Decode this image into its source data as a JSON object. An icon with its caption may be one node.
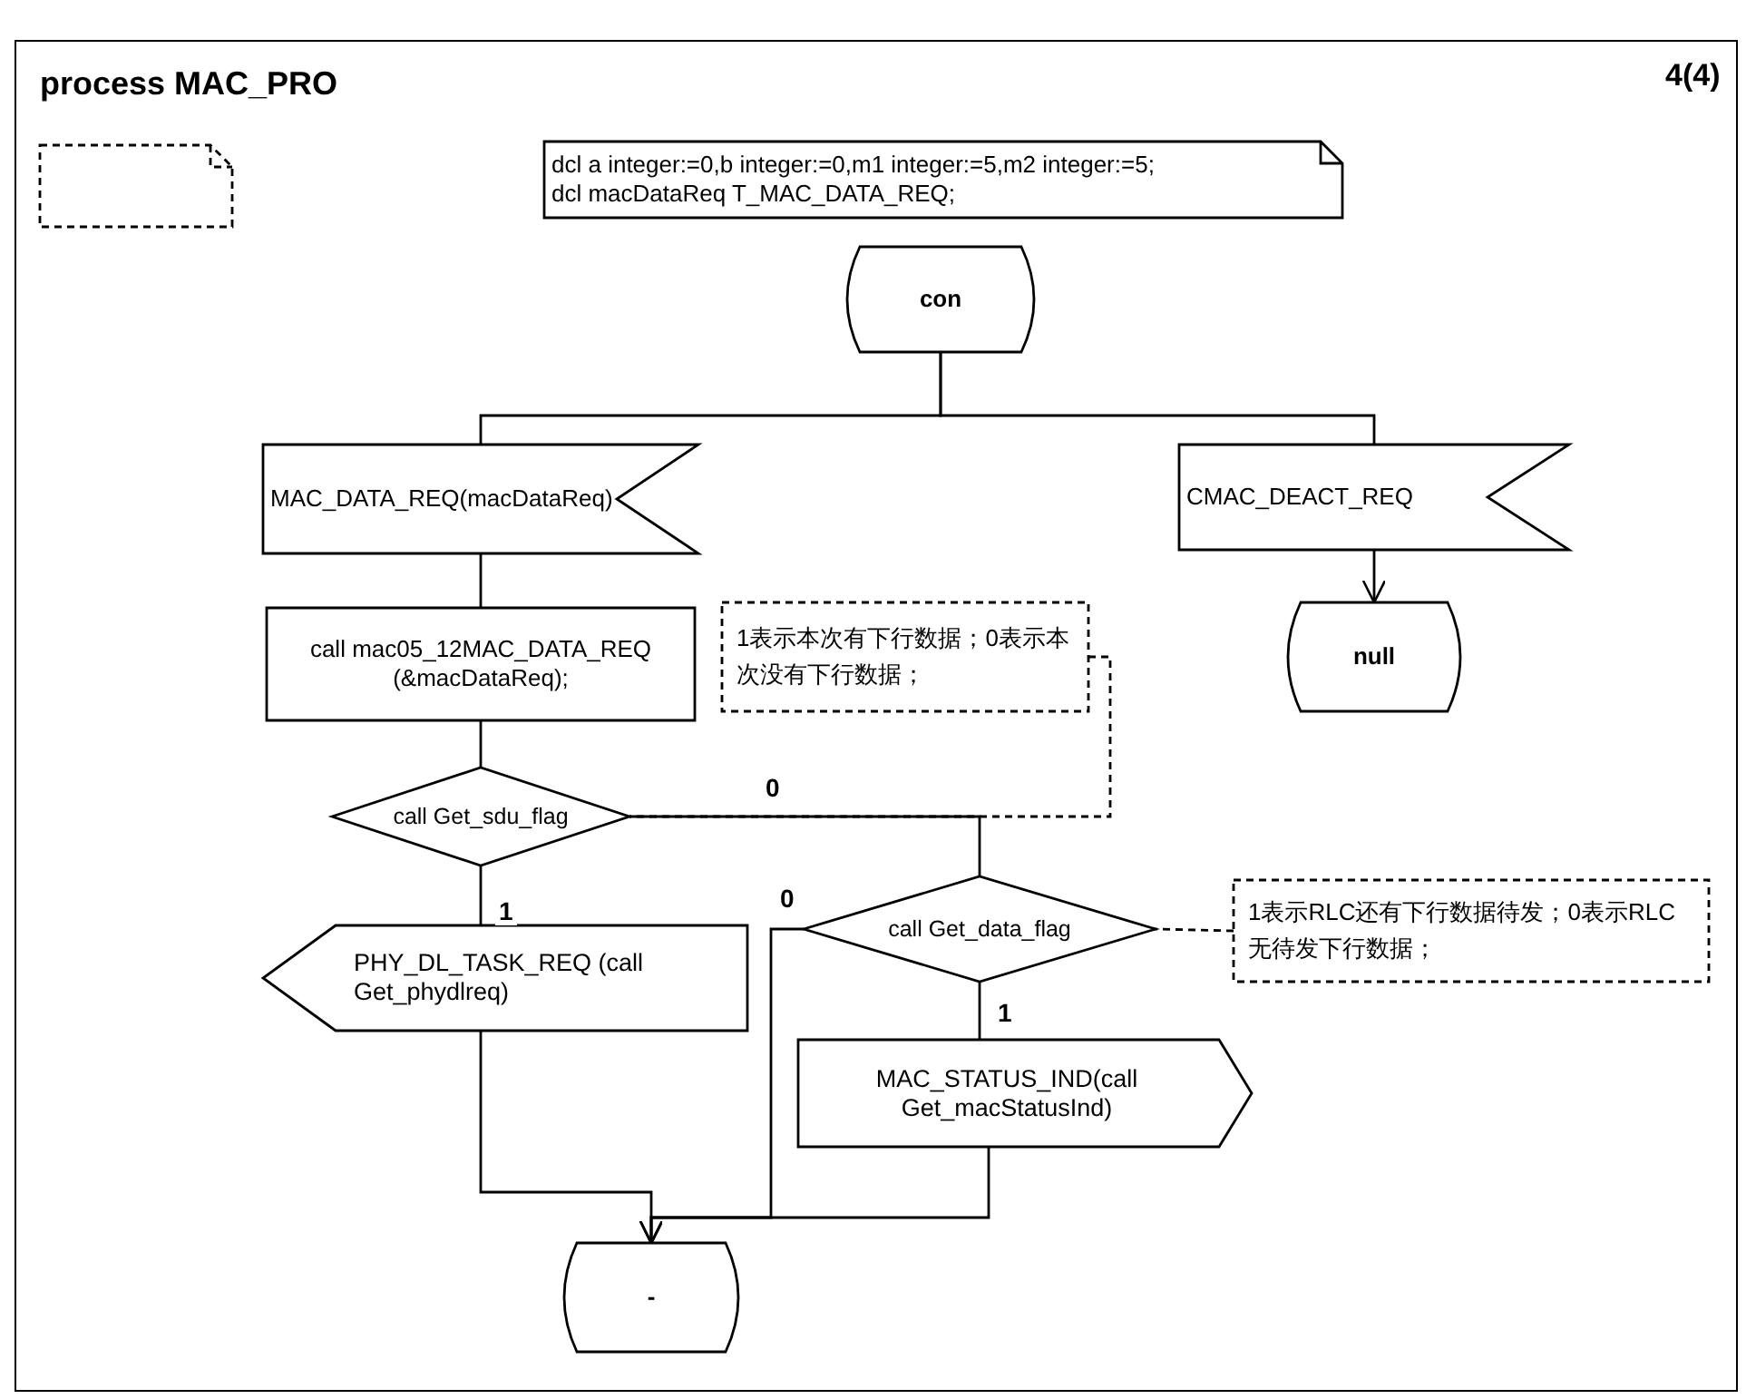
{
  "diagram": {
    "title": "process MAC_PRO",
    "nodes": [
      {
        "text": [],
        "shape": "box"
      },
      {
        "text": [
          "dcl a integer:=0,b integer:=0,m1 integer:=5,m2 integer:=5;",
          "dcl macDataReq T_MAC_DATA_REQ;"
        ]
      },
      {
        "text": [
          "con"
        ]
      },
      {
        "text": [
          "MAC_DATA_REQ(macDataReq)"
        ]
      },
      {
        "text": [
          "CMAC_DEACT_REQ"
        ]
      },
      {
        "text": [
          "null"
        ]
      },
      {
        "text": [
          "call mac05_12MAC_DATA_REQ (&macDataReq);"
        ]
      },
      {
        "text": [
          "1表示本次有下行数据；0表示本次没有下行数据；"
        ]
      },
      {
        "text": [
          "call Get_sdu_flag"
        ]
      },
      {
        "text": [
          "PHY_DL_TASK_REQ (call Get_phydlreq)"
        ]
      },
      {
        "text": [
          "call Get_data_flag"
        ]
      },
      {
        "text": [
          "1表示RLC还有下行数据待发；0表示RLC无待发下行数据；"
        ]
      },
      {
        "text": [
          "MAC_STATUS_IND(call Get_macStatusInd)"
        ]
      },
      {
        "text": [
          "-"
        ]
      }
    ],
    "edges": [
      {
        "from": 2,
        "to": 3,
        "arrow": "none"
      },
      {
        "from": 2,
        "to": 4,
        "arrow": "none"
      },
      {
        "from": 4,
        "to": 5,
        "arrow": "to"
      },
      {
        "from": 3,
        "to": 6,
        "arrow": "none"
      },
      {
        "from": 6,
        "to": 8,
        "arrow": "none"
      },
      {
        "from": 8,
        "to": 9,
        "arrow": "none",
        "label": "1"
      },
      {
        "from": 8,
        "to": 10,
        "arrow": "none",
        "label": "0"
      },
      {
        "from": 10,
        "to": 12,
        "arrow": "none",
        "label": "1"
      },
      {
        "from": 10,
        "to": 13,
        "arrow": "to",
        "label": "0"
      },
      {
        "from": 9,
        "to": 13,
        "arrow": "to"
      },
      {
        "from": 12,
        "to": 13,
        "arrow": "to"
      },
      {
        "from": 7,
        "to": 8,
        "arrow": "none",
        "style": "dashed"
      },
      {
        "from": 11,
        "to": 10,
        "arrow": "none",
        "style": "dashed"
      }
    ],
    "labels": [
      "4(4)"
    ]
  }
}
